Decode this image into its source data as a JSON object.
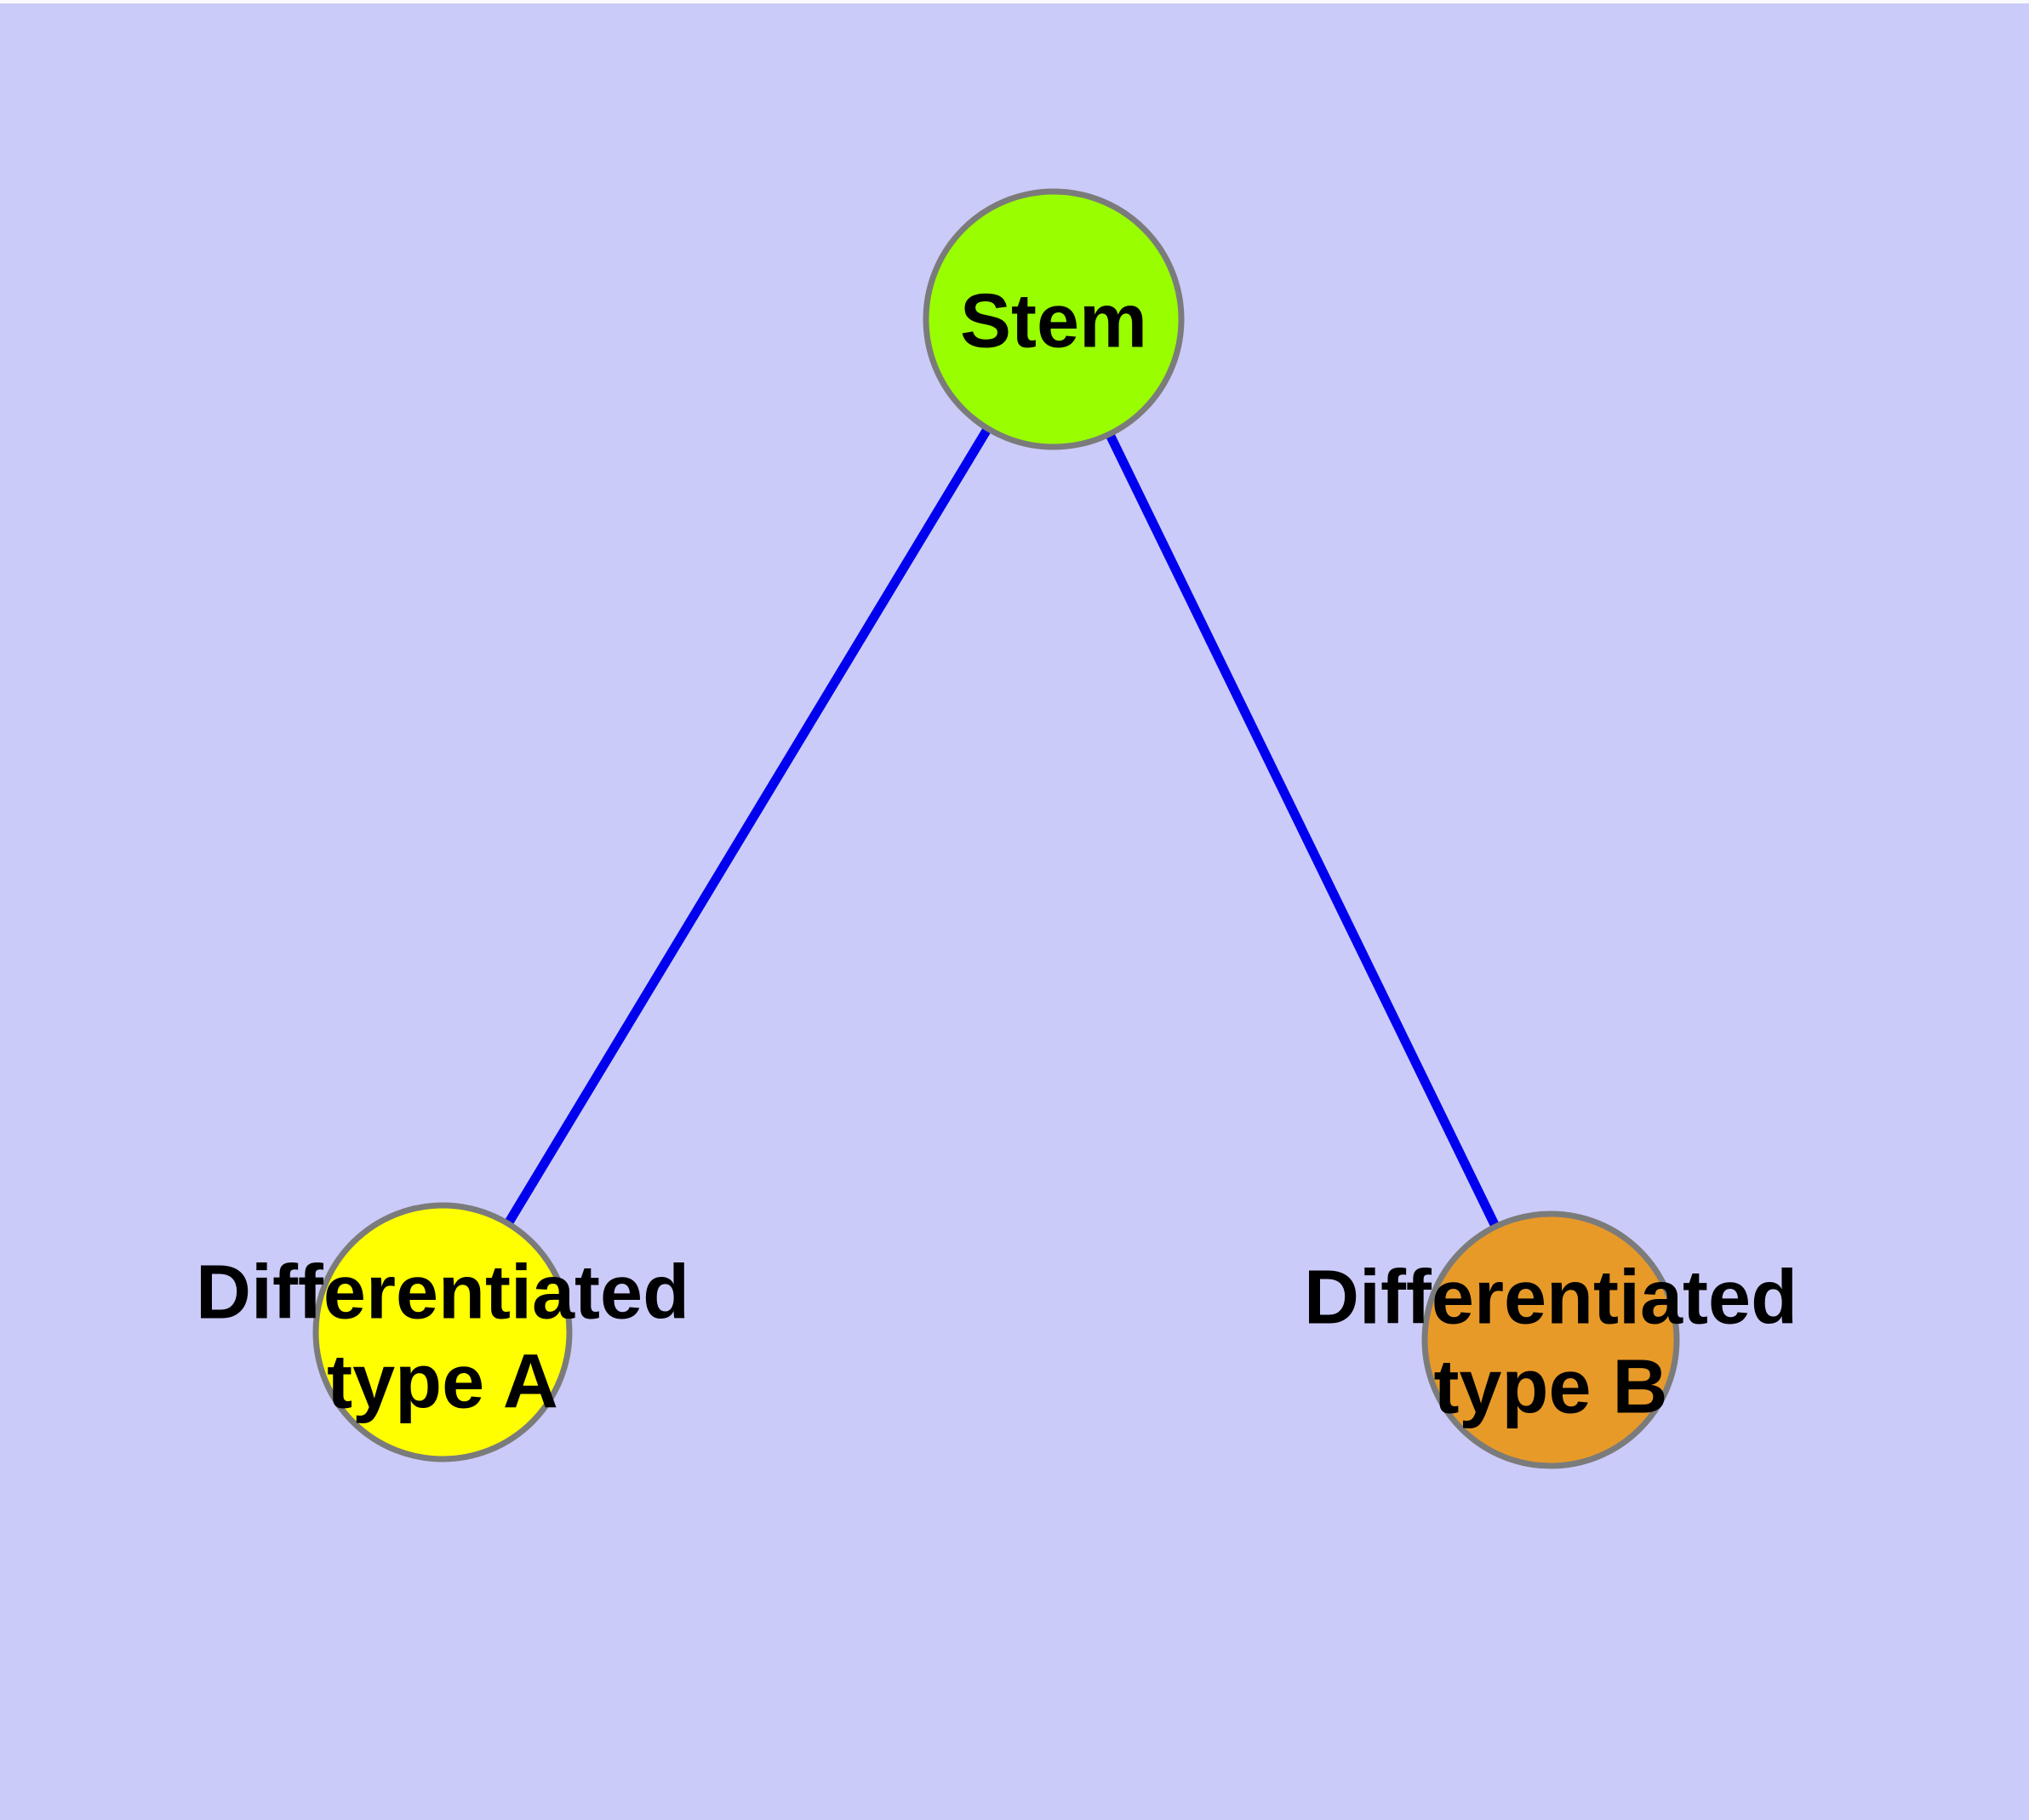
{
  "diagram": {
    "type": "graph",
    "background_color": "#CBCBF9",
    "node_border_color": "#7B7B7B",
    "edge_color": "#0000EE",
    "text_color": "#000000",
    "nodes": [
      {
        "id": "stem",
        "label": "Stem",
        "color": "#99FF00",
        "shape": "circle"
      },
      {
        "id": "typeA",
        "label": "Differentiated\ntype A",
        "color": "#FFFF00",
        "shape": "circle"
      },
      {
        "id": "typeB",
        "label": "Differentiated\ntype B",
        "color": "#E89A28",
        "shape": "circle"
      }
    ],
    "edges": [
      {
        "from": "stem",
        "to": "typeA"
      },
      {
        "from": "stem",
        "to": "typeB"
      }
    ]
  }
}
